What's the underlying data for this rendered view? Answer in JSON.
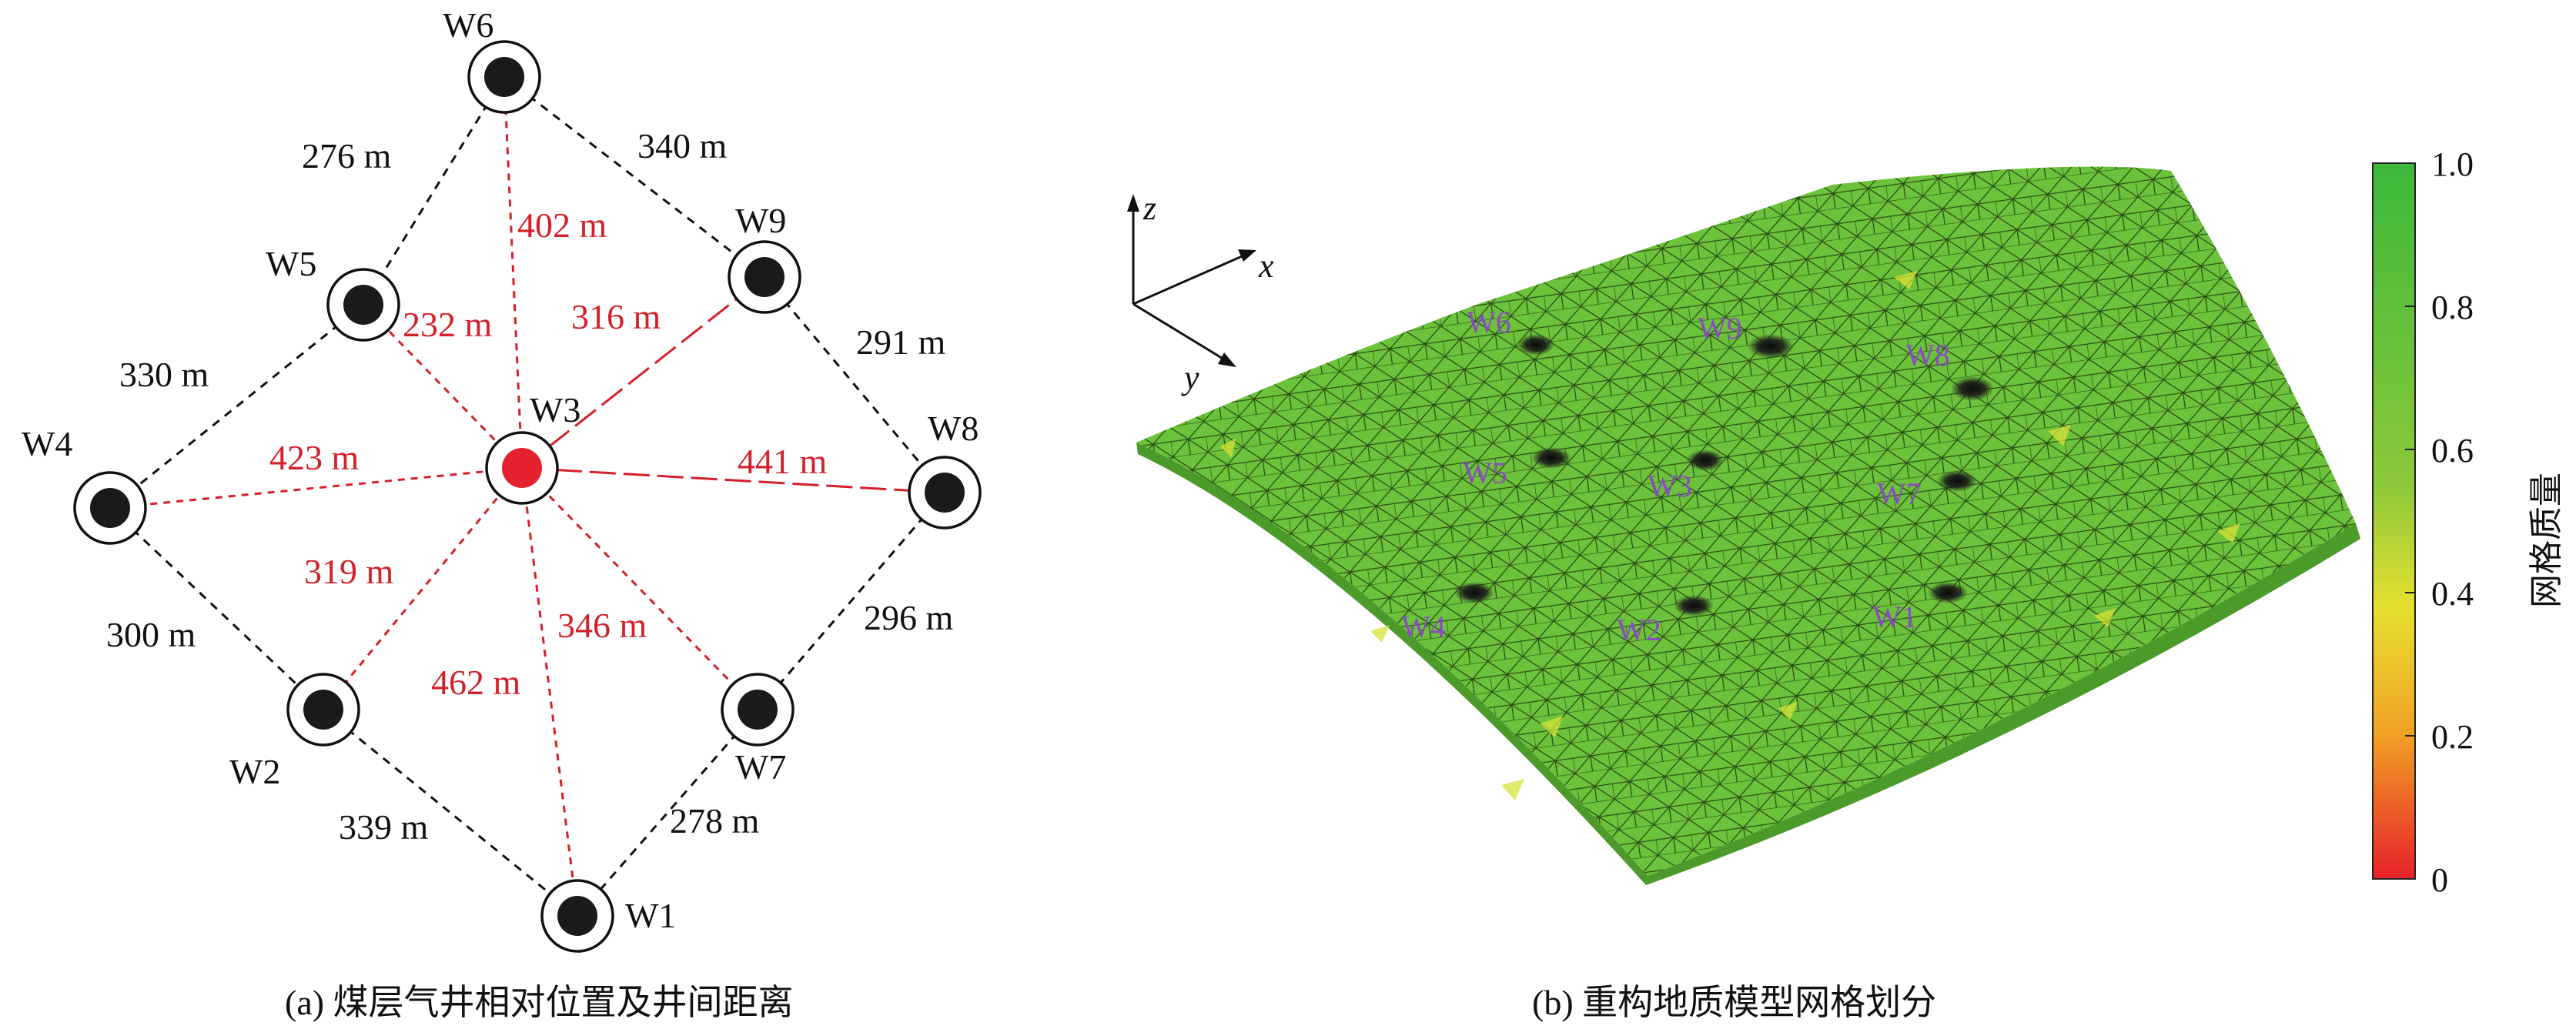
{
  "panel_a": {
    "caption": "(a) 煤层气井相对位置及井间距离",
    "wells": [
      {
        "id": "W1",
        "label": "W1"
      },
      {
        "id": "W2",
        "label": "W2"
      },
      {
        "id": "W3",
        "label": "W3"
      },
      {
        "id": "W4",
        "label": "W4"
      },
      {
        "id": "W5",
        "label": "W5"
      },
      {
        "id": "W6",
        "label": "W6"
      },
      {
        "id": "W7",
        "label": "W7"
      },
      {
        "id": "W8",
        "label": "W8"
      },
      {
        "id": "W9",
        "label": "W9"
      }
    ],
    "outer_distances": [
      {
        "from": "W6",
        "to": "W5",
        "label": "276 m"
      },
      {
        "from": "W6",
        "to": "W9",
        "label": "340 m"
      },
      {
        "from": "W9",
        "to": "W8",
        "label": "291 m"
      },
      {
        "from": "W5",
        "to": "W4",
        "label": "330 m"
      },
      {
        "from": "W4",
        "to": "W2",
        "label": "300 m"
      },
      {
        "from": "W8",
        "to": "W7",
        "label": "296 m"
      },
      {
        "from": "W2",
        "to": "W1",
        "label": "339 m"
      },
      {
        "from": "W7",
        "to": "W1",
        "label": "278 m"
      }
    ],
    "center_distances": [
      {
        "from": "W3",
        "to": "W6",
        "label": "402 m"
      },
      {
        "from": "W3",
        "to": "W5",
        "label": "232  m"
      },
      {
        "from": "W3",
        "to": "W9",
        "label": "316 m"
      },
      {
        "from": "W3",
        "to": "W4",
        "label": "423  m"
      },
      {
        "from": "W3",
        "to": "W8",
        "label": "441 m"
      },
      {
        "from": "W3",
        "to": "W2",
        "label": "319 m"
      },
      {
        "from": "W3",
        "to": "W7",
        "label": "346 m"
      },
      {
        "from": "W3",
        "to": "W1",
        "label": "462 m"
      }
    ],
    "colors": {
      "center_well": "#e3222d",
      "well": "#1a1a1a",
      "center_line": "#d4202a",
      "outer_line": "#111111"
    }
  },
  "panel_b": {
    "caption": "(b) 重构地质模型网格划分",
    "axes": {
      "x": "x",
      "y": "y",
      "z": "z"
    },
    "mesh_labels": [
      "W6",
      "W9",
      "W8",
      "W5",
      "W3",
      "W7",
      "W4",
      "W2",
      "W1"
    ],
    "colorbar": {
      "title": "网格质量",
      "ticks": [
        "1.0",
        "0.8",
        "0.6",
        "0.4",
        "0.2",
        "0"
      ],
      "colors": [
        "#3cb83a",
        "#69c23c",
        "#a6cf3a",
        "#e8dc2e",
        "#f09a24",
        "#e8202a"
      ]
    },
    "mesh_color": "#6cc23a"
  }
}
